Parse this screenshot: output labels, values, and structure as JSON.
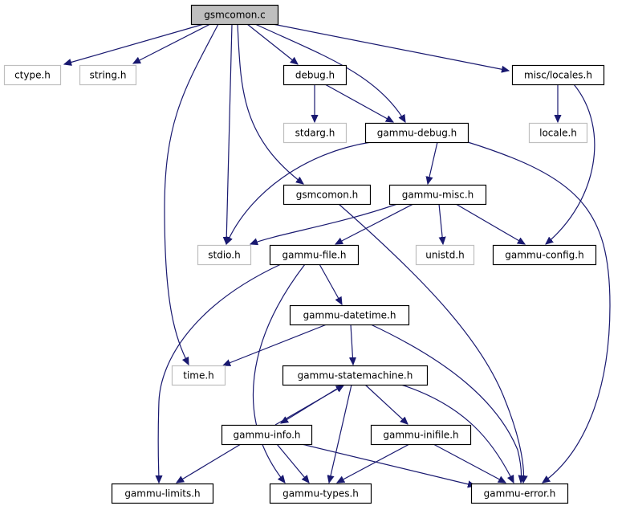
{
  "graph": {
    "colors": {
      "edge": "#191970",
      "node_border": "#000000",
      "external_border": "#bfbfbf",
      "root_fill": "#bfbfbf",
      "node_fill": "#ffffff",
      "text": "#000000",
      "external_text": "#000000"
    },
    "nodes": [
      {
        "id": "gsmcomon_c",
        "label": "gsmcomon.c",
        "kind": "root"
      },
      {
        "id": "ctype_h",
        "label": "ctype.h",
        "kind": "external"
      },
      {
        "id": "string_h",
        "label": "string.h",
        "kind": "external"
      },
      {
        "id": "debug_h",
        "label": "debug.h",
        "kind": "local"
      },
      {
        "id": "misc_locales_h",
        "label": "misc/locales.h",
        "kind": "local"
      },
      {
        "id": "stdarg_h",
        "label": "stdarg.h",
        "kind": "external"
      },
      {
        "id": "gammu_debug_h",
        "label": "gammu-debug.h",
        "kind": "local"
      },
      {
        "id": "locale_h",
        "label": "locale.h",
        "kind": "external"
      },
      {
        "id": "gsmcomon_h",
        "label": "gsmcomon.h",
        "kind": "local"
      },
      {
        "id": "gammu_misc_h",
        "label": "gammu-misc.h",
        "kind": "local"
      },
      {
        "id": "stdio_h",
        "label": "stdio.h",
        "kind": "external"
      },
      {
        "id": "gammu_file_h",
        "label": "gammu-file.h",
        "kind": "local"
      },
      {
        "id": "unistd_h",
        "label": "unistd.h",
        "kind": "external"
      },
      {
        "id": "gammu_config_h",
        "label": "gammu-config.h",
        "kind": "local"
      },
      {
        "id": "gammu_datetime_h",
        "label": "gammu-datetime.h",
        "kind": "local"
      },
      {
        "id": "time_h",
        "label": "time.h",
        "kind": "external"
      },
      {
        "id": "gammu_statemachine_h",
        "label": "gammu-statemachine.h",
        "kind": "local"
      },
      {
        "id": "gammu_info_h",
        "label": "gammu-info.h",
        "kind": "local"
      },
      {
        "id": "gammu_inifile_h",
        "label": "gammu-inifile.h",
        "kind": "local"
      },
      {
        "id": "gammu_limits_h",
        "label": "gammu-limits.h",
        "kind": "local"
      },
      {
        "id": "gammu_types_h",
        "label": "gammu-types.h",
        "kind": "local"
      },
      {
        "id": "gammu_error_h",
        "label": "gammu-error.h",
        "kind": "local"
      }
    ],
    "edges": [
      {
        "from": "gsmcomon_c",
        "to": "ctype_h"
      },
      {
        "from": "gsmcomon_c",
        "to": "string_h"
      },
      {
        "from": "gsmcomon_c",
        "to": "debug_h"
      },
      {
        "from": "gsmcomon_c",
        "to": "gammu_debug_h"
      },
      {
        "from": "gsmcomon_c",
        "to": "misc_locales_h"
      },
      {
        "from": "gsmcomon_c",
        "to": "gsmcomon_h"
      },
      {
        "from": "gsmcomon_c",
        "to": "stdio_h"
      },
      {
        "from": "gsmcomon_c",
        "to": "time_h"
      },
      {
        "from": "debug_h",
        "to": "stdarg_h"
      },
      {
        "from": "debug_h",
        "to": "gammu_debug_h"
      },
      {
        "from": "misc_locales_h",
        "to": "locale_h"
      },
      {
        "from": "misc_locales_h",
        "to": "gammu_config_h"
      },
      {
        "from": "gammu_debug_h",
        "to": "stdio_h"
      },
      {
        "from": "gammu_debug_h",
        "to": "gammu_misc_h"
      },
      {
        "from": "gammu_debug_h",
        "to": "gammu_error_h"
      },
      {
        "from": "gsmcomon_h",
        "to": "gammu_error_h"
      },
      {
        "from": "gammu_misc_h",
        "to": "stdio_h"
      },
      {
        "from": "gammu_misc_h",
        "to": "gammu_file_h"
      },
      {
        "from": "gammu_misc_h",
        "to": "unistd_h"
      },
      {
        "from": "gammu_misc_h",
        "to": "gammu_config_h"
      },
      {
        "from": "gammu_file_h",
        "to": "gammu_datetime_h"
      },
      {
        "from": "gammu_file_h",
        "to": "gammu_limits_h"
      },
      {
        "from": "gammu_file_h",
        "to": "gammu_types_h"
      },
      {
        "from": "gammu_datetime_h",
        "to": "time_h"
      },
      {
        "from": "gammu_datetime_h",
        "to": "gammu_statemachine_h"
      },
      {
        "from": "gammu_datetime_h",
        "to": "gammu_error_h"
      },
      {
        "from": "gammu_statemachine_h",
        "to": "gammu_info_h"
      },
      {
        "from": "gammu_statemachine_h",
        "to": "gammu_inifile_h"
      },
      {
        "from": "gammu_statemachine_h",
        "to": "gammu_types_h"
      },
      {
        "from": "gammu_statemachine_h",
        "to": "gammu_error_h"
      },
      {
        "from": "gammu_info_h",
        "to": "gammu_statemachine_h"
      },
      {
        "from": "gammu_info_h",
        "to": "gammu_limits_h"
      },
      {
        "from": "gammu_info_h",
        "to": "gammu_types_h"
      },
      {
        "from": "gammu_info_h",
        "to": "gammu_error_h"
      },
      {
        "from": "gammu_inifile_h",
        "to": "gammu_types_h"
      },
      {
        "from": "gammu_inifile_h",
        "to": "gammu_error_h"
      }
    ]
  }
}
